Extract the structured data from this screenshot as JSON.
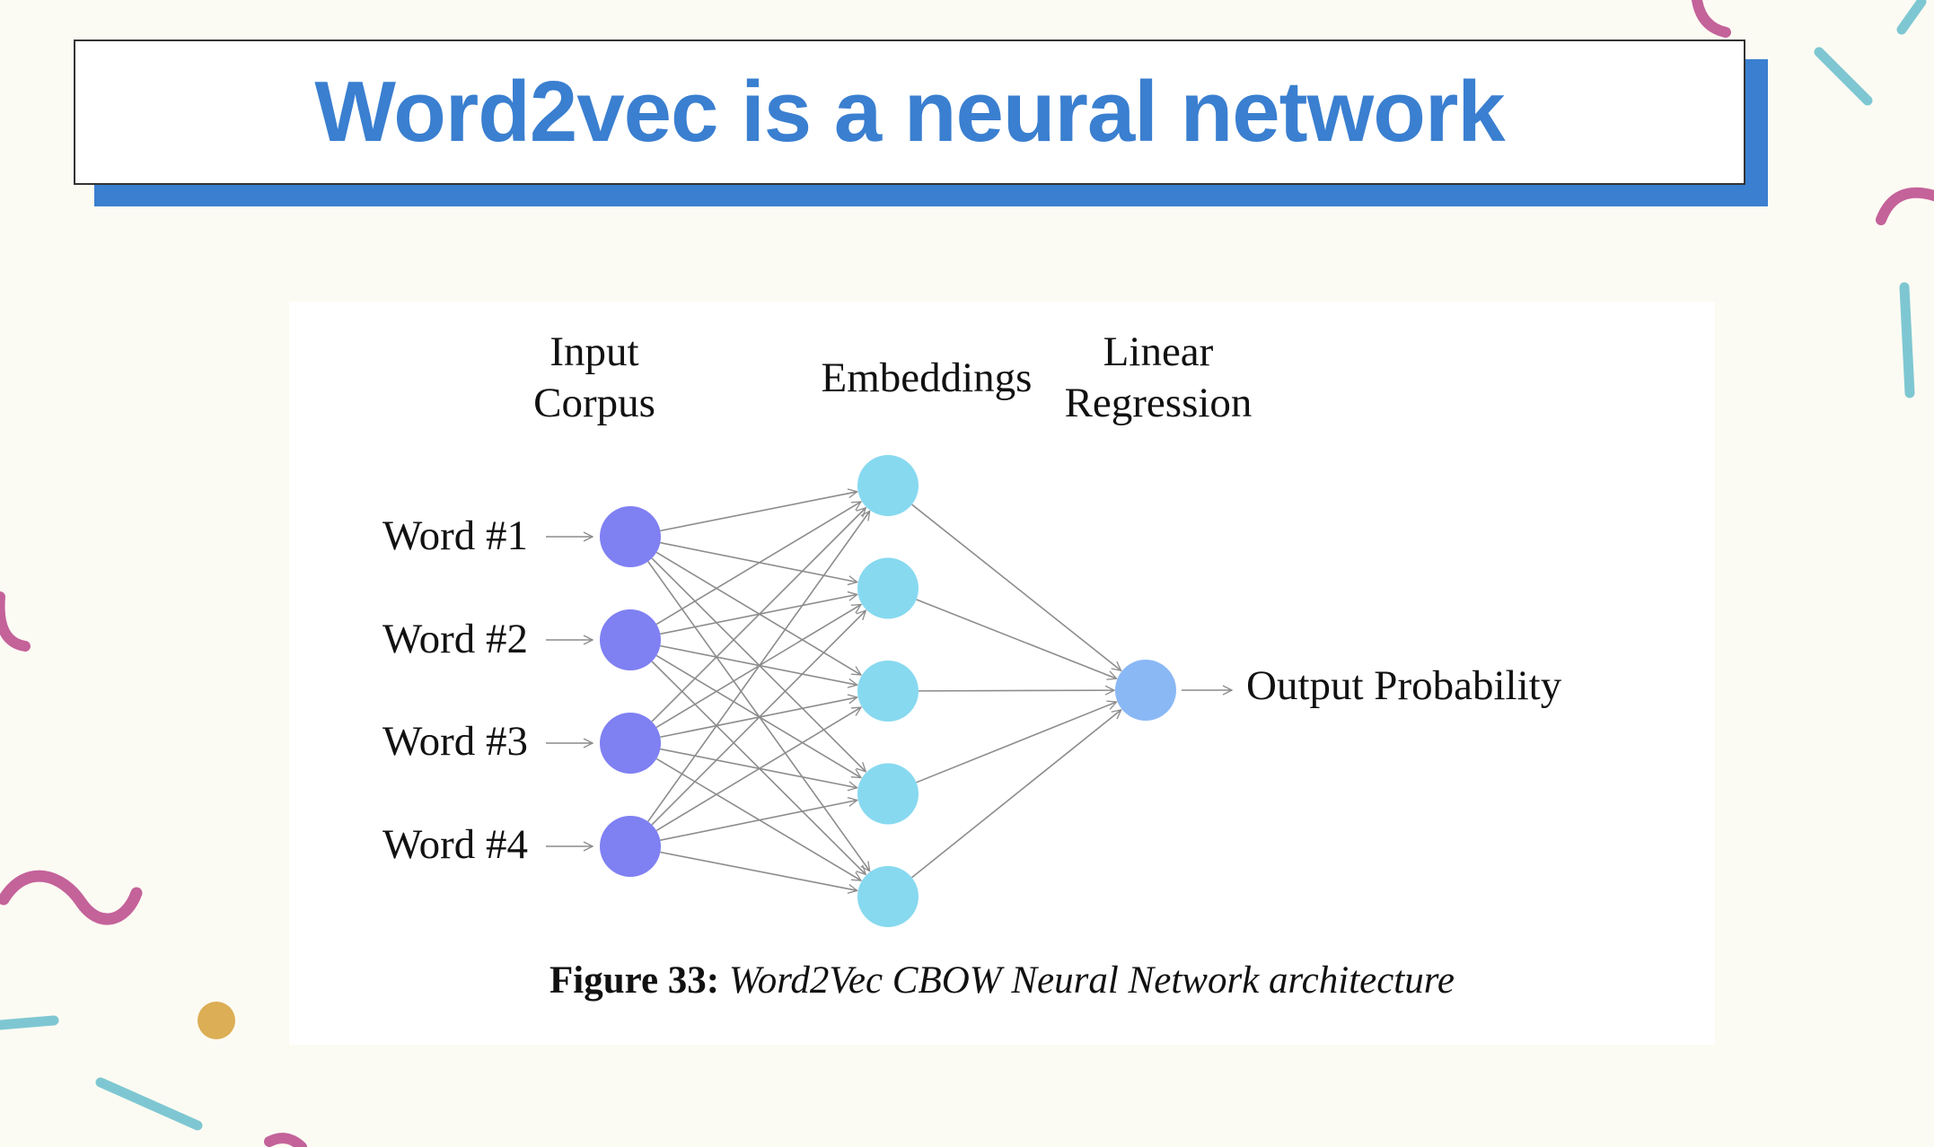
{
  "slide": {
    "title": "Word2vec is a neural network"
  },
  "figure": {
    "column_labels": {
      "input": "Input Corpus",
      "input_line1": "Input",
      "input_line2": "Corpus",
      "embeddings": "Embeddings",
      "output_line1": "Linear",
      "output_line2": "Regression"
    },
    "inputs": [
      "Word #1",
      "Word #2",
      "Word #3",
      "Word #4"
    ],
    "embedding_count": 5,
    "output_label": "Output Probability",
    "caption": {
      "label": "Figure 33:",
      "text": "Word2Vec CBOW Neural Network architecture"
    },
    "colors": {
      "input_node": "#7f80f2",
      "embedding_node": "#87d9f0",
      "output_node": "#8ab8f5",
      "edge": "#8c8c8c"
    }
  },
  "decor_colors": {
    "pink": "#c4629a",
    "teal": "#7ec7d2",
    "gold": "#dcae55",
    "accent_blue": "#3a7fd0"
  }
}
